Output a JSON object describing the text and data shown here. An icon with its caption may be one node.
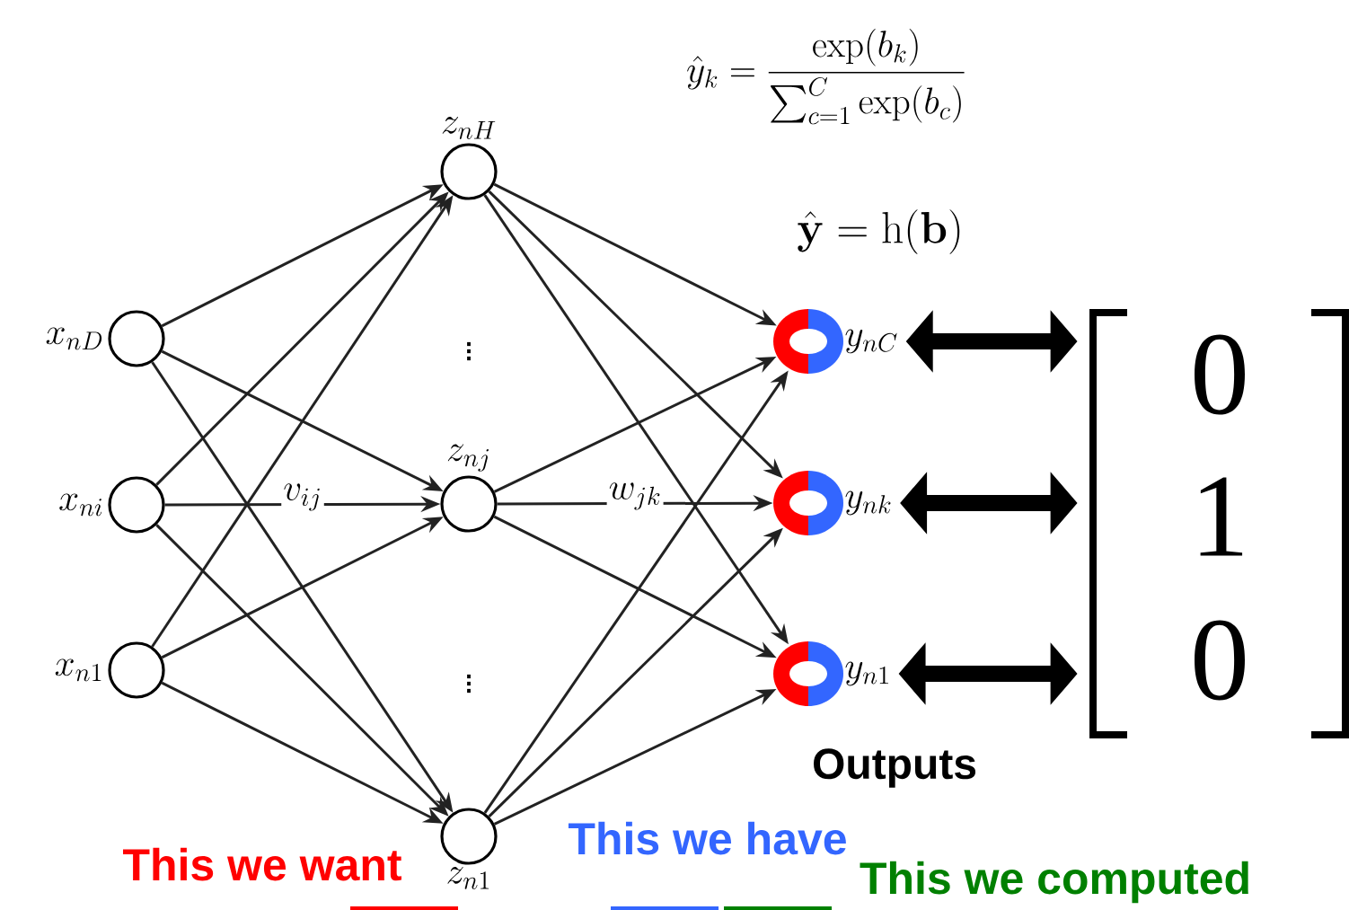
{
  "diagram": {
    "nodes": [
      {
        "text": [],
        "shape": "circle",
        "beside": [
          "x_{nD}"
        ]
      },
      {
        "text": [],
        "shape": "circle",
        "beside": [
          "x_{ni}"
        ]
      },
      {
        "text": [],
        "shape": "circle",
        "beside": [
          "x_{n1}"
        ]
      },
      {
        "text": [],
        "shape": "circle",
        "beside": [
          "z_{nH}"
        ]
      },
      {
        "text": [],
        "shape": "circle",
        "beside": [
          "z_{nj}"
        ]
      },
      {
        "text": [],
        "shape": "circle",
        "beside": [
          "z_{n1}"
        ]
      },
      {
        "text": [],
        "shape": "circle",
        "beside": [
          "y_{nC}"
        ]
      },
      {
        "text": [],
        "shape": "circle",
        "beside": [
          "y_{nk}"
        ]
      },
      {
        "text": [],
        "shape": "circle",
        "beside": [
          "y_{n1}"
        ]
      },
      {
        "text": [
          "0",
          "1",
          "0"
        ]
      }
    ],
    "edges": [
      {
        "from": 0,
        "to": 3,
        "arrow": "to"
      },
      {
        "from": 0,
        "to": 4,
        "arrow": "to"
      },
      {
        "from": 0,
        "to": 5,
        "arrow": "to"
      },
      {
        "from": 1,
        "to": 3,
        "arrow": "to"
      },
      {
        "from": 1,
        "to": 4,
        "arrow": "to",
        "label": "v_{ij}"
      },
      {
        "from": 1,
        "to": 5,
        "arrow": "to"
      },
      {
        "from": 2,
        "to": 3,
        "arrow": "to"
      },
      {
        "from": 2,
        "to": 4,
        "arrow": "to"
      },
      {
        "from": 2,
        "to": 5,
        "arrow": "to"
      },
      {
        "from": 3,
        "to": 6,
        "arrow": "to"
      },
      {
        "from": 3,
        "to": 7,
        "arrow": "to"
      },
      {
        "from": 3,
        "to": 8,
        "arrow": "to"
      },
      {
        "from": 4,
        "to": 6,
        "arrow": "to"
      },
      {
        "from": 4,
        "to": 7,
        "arrow": "to",
        "label": "w_{jk}"
      },
      {
        "from": 4,
        "to": 8,
        "arrow": "to"
      },
      {
        "from": 5,
        "to": 6,
        "arrow": "to"
      },
      {
        "from": 5,
        "to": 7,
        "arrow": "to"
      },
      {
        "from": 5,
        "to": 8,
        "arrow": "to"
      },
      {
        "from": 6,
        "to": 9,
        "arrow": "both",
        "style": "thick"
      },
      {
        "from": 7,
        "to": 9,
        "arrow": "both",
        "style": "thick"
      },
      {
        "from": 8,
        "to": 9,
        "arrow": "both",
        "style": "thick"
      }
    ],
    "labels": [
      "\\hat{y}_k = \\frac{\\exp(b_k)}{\\sum_{c=1}^{C} \\exp(b_c)}",
      "\\hat{\\mathbf{y}} = \\mathrm{h}(\\mathbf{b})",
      "\\vdots",
      "\\vdots",
      "Outputs",
      "This we want",
      "This we have",
      "This we computed"
    ]
  }
}
